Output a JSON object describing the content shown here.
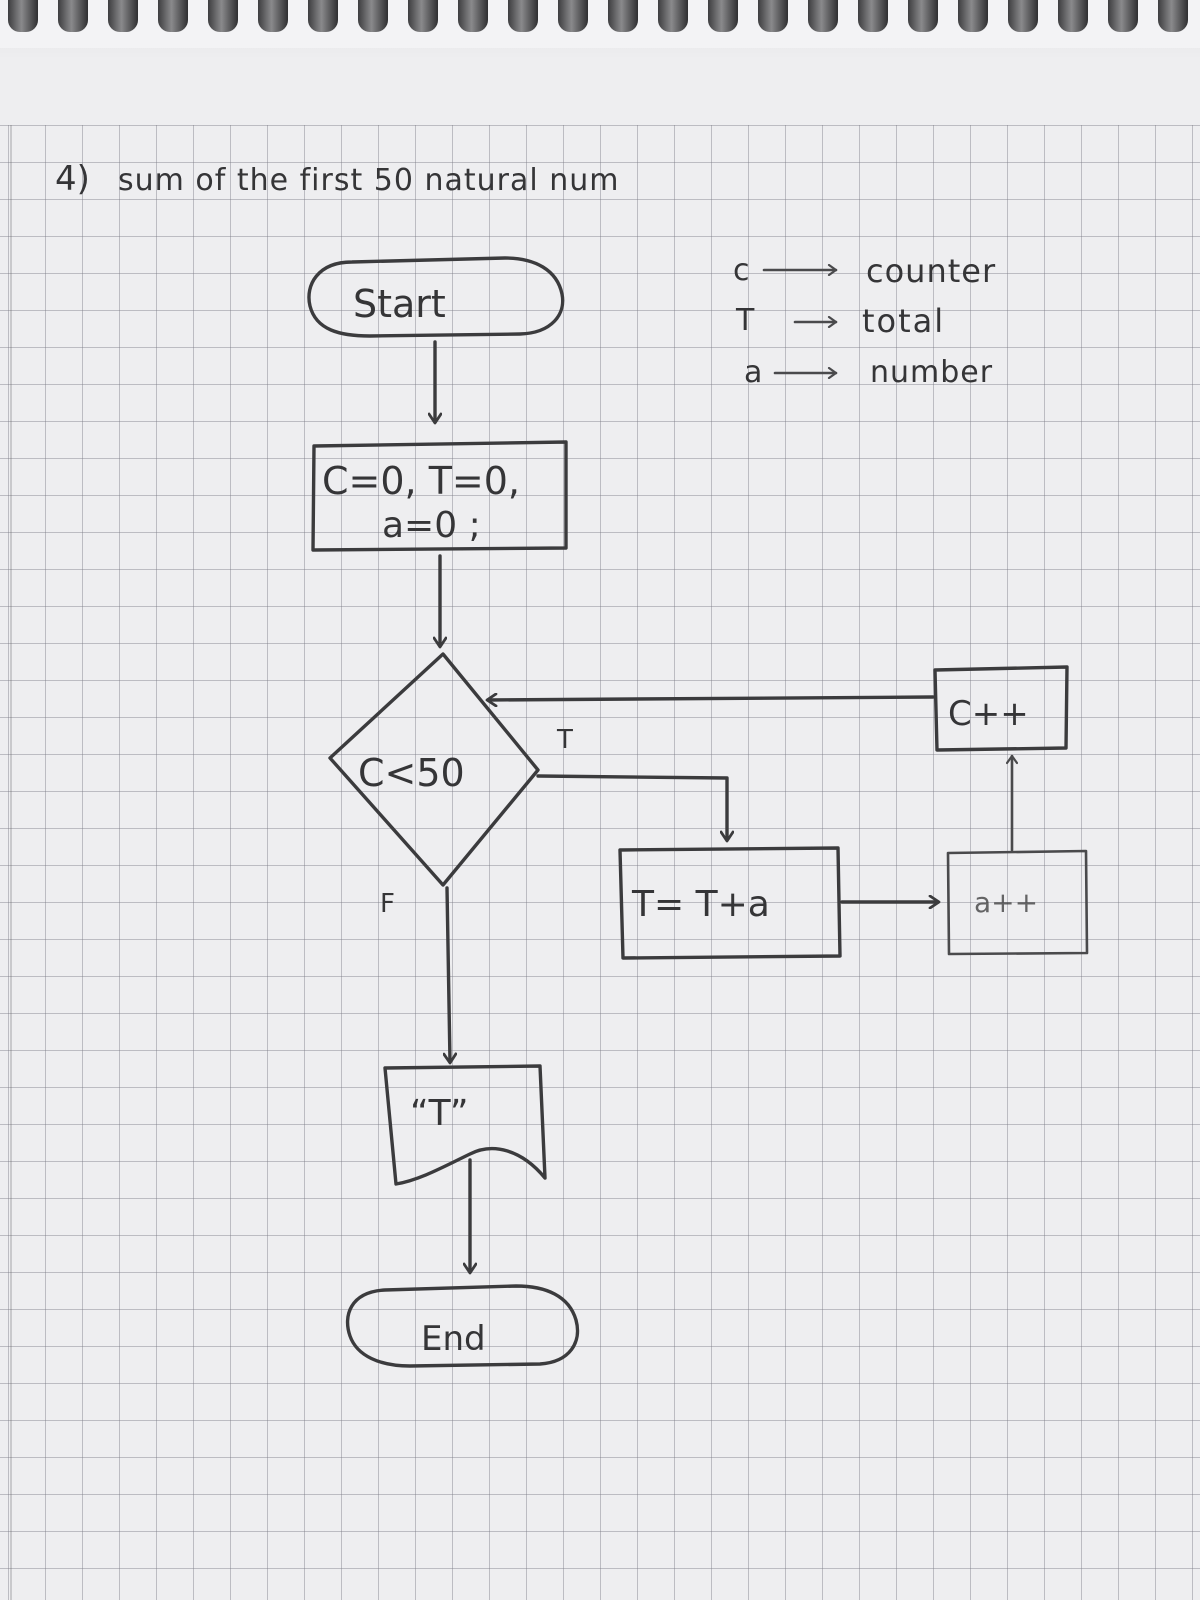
{
  "title": {
    "number": "4)",
    "text": "sum of the first 50 natural num"
  },
  "legend": {
    "items": [
      {
        "symbol": "c",
        "meaning": "counter"
      },
      {
        "symbol": "T",
        "meaning": "total"
      },
      {
        "symbol": "a",
        "meaning": "number"
      }
    ]
  },
  "flowchart": {
    "start": "Start",
    "init_line1": "C=0, T=0,",
    "init_line2": "a=0 ;",
    "decision": "C<50",
    "true_label": "T",
    "false_label": "F",
    "sum_step": "T= T+a",
    "increment_a": "a++",
    "increment_c": "C++",
    "output": "“T”",
    "end": "End"
  }
}
